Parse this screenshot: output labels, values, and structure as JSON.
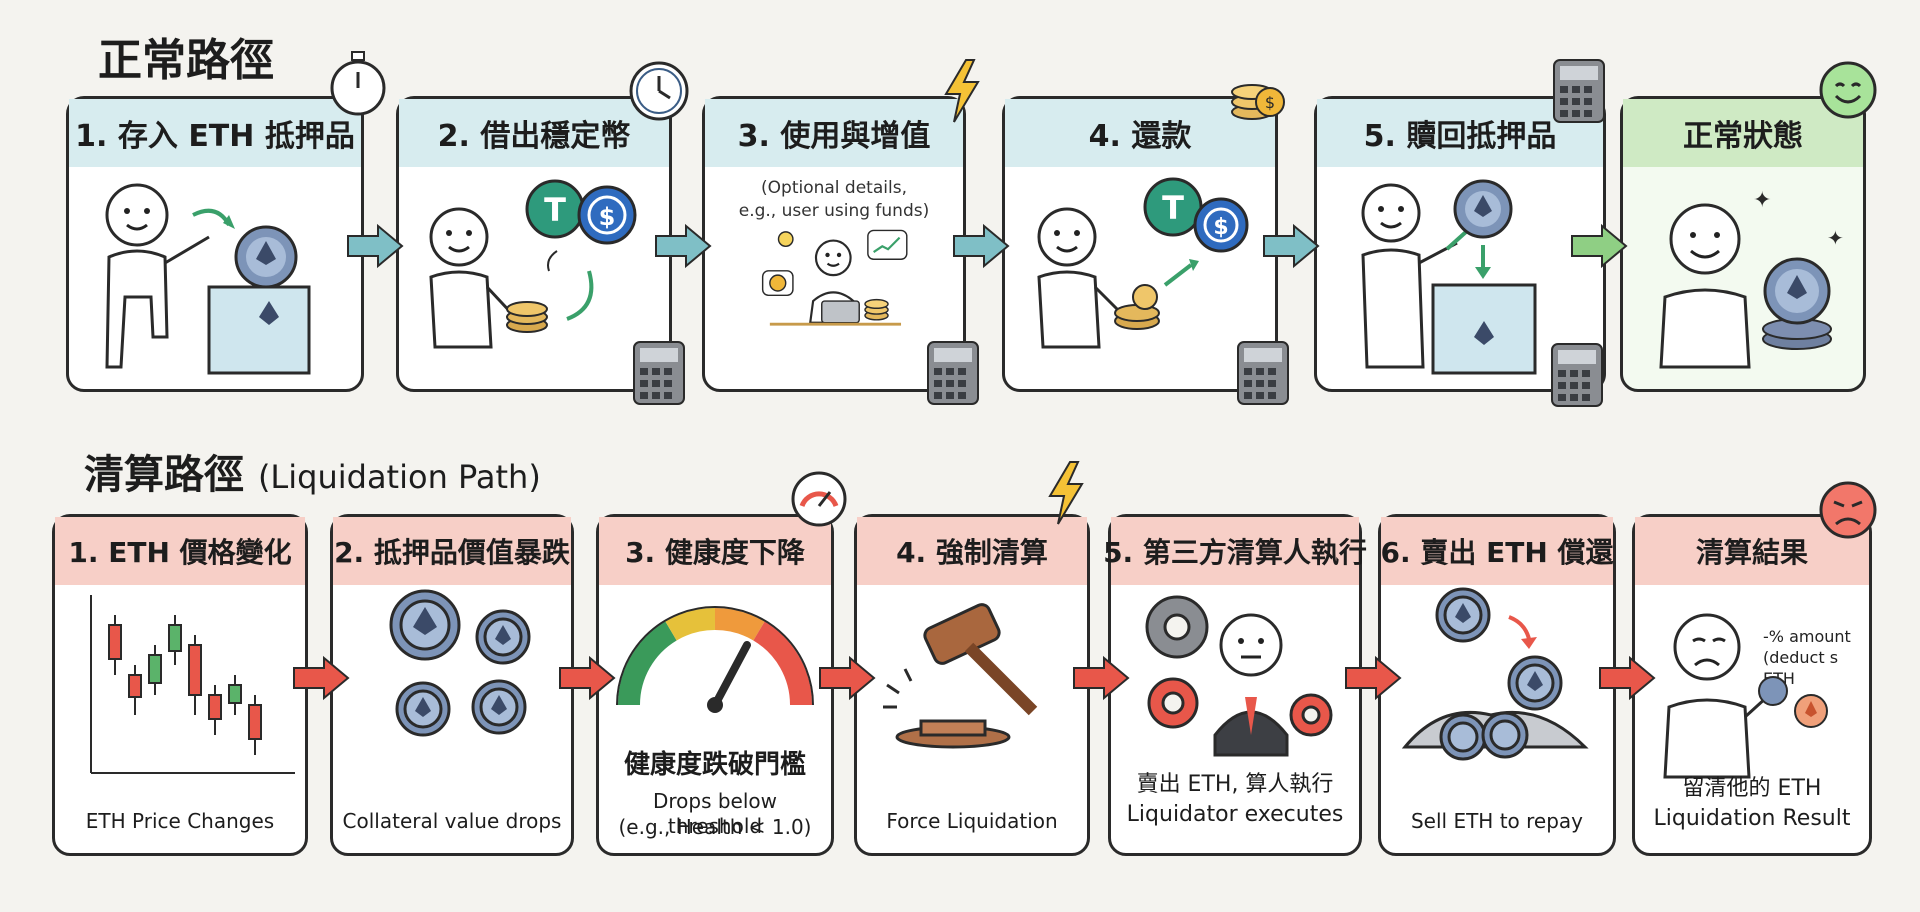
{
  "normal_path": {
    "title": "正常路徑",
    "steps": [
      {
        "label": "1. 存入 ETH 抵押品"
      },
      {
        "label": "2. 借出穩定幣"
      },
      {
        "label": "3. 使用與增值",
        "note_line1": "(Optional details,",
        "note_line2": "e.g., user using funds)"
      },
      {
        "label": "4. 還款"
      },
      {
        "label": "5. 贖回抵押品"
      },
      {
        "label": "正常狀態"
      }
    ]
  },
  "liquidation_path": {
    "title": "清算路徑",
    "subtitle": "(Liquidation Path)",
    "steps": [
      {
        "label": "1. ETH 價格變化",
        "caption1": "ETH Price Changes"
      },
      {
        "label": "2. 抵押品價值暴跌",
        "caption1": "Collateral value drops"
      },
      {
        "label": "3. 健康度下降",
        "caption_zh": "健康度跌破門檻",
        "caption1": "Drops below threshold",
        "caption2": "(e.g., Health < 1.0)"
      },
      {
        "label": "4. 強制清算",
        "caption1": "Force Liquidation"
      },
      {
        "label": "5. 第三方清算人執行",
        "caption_zh": "賣出 ETH, 算人執行",
        "caption1": "Liquidator executes"
      },
      {
        "label": "6. 賣出 ETH 償還",
        "caption1": "Sell ETH to repay"
      },
      {
        "label": "清算結果",
        "note_line1": "-% amount",
        "note_line2": "(deduct s ETH",
        "caption_zh": "留清他的 ETH",
        "caption1": "Liquidation Result"
      }
    ]
  },
  "colors": {
    "normal_header": "#d7ecef",
    "final_header": "#cfeac4",
    "liq_header": "#f7cfc7",
    "normal_arrow": "#7fbfc6",
    "final_arrow": "#8fcf84",
    "liq_arrow": "#e8574a"
  }
}
